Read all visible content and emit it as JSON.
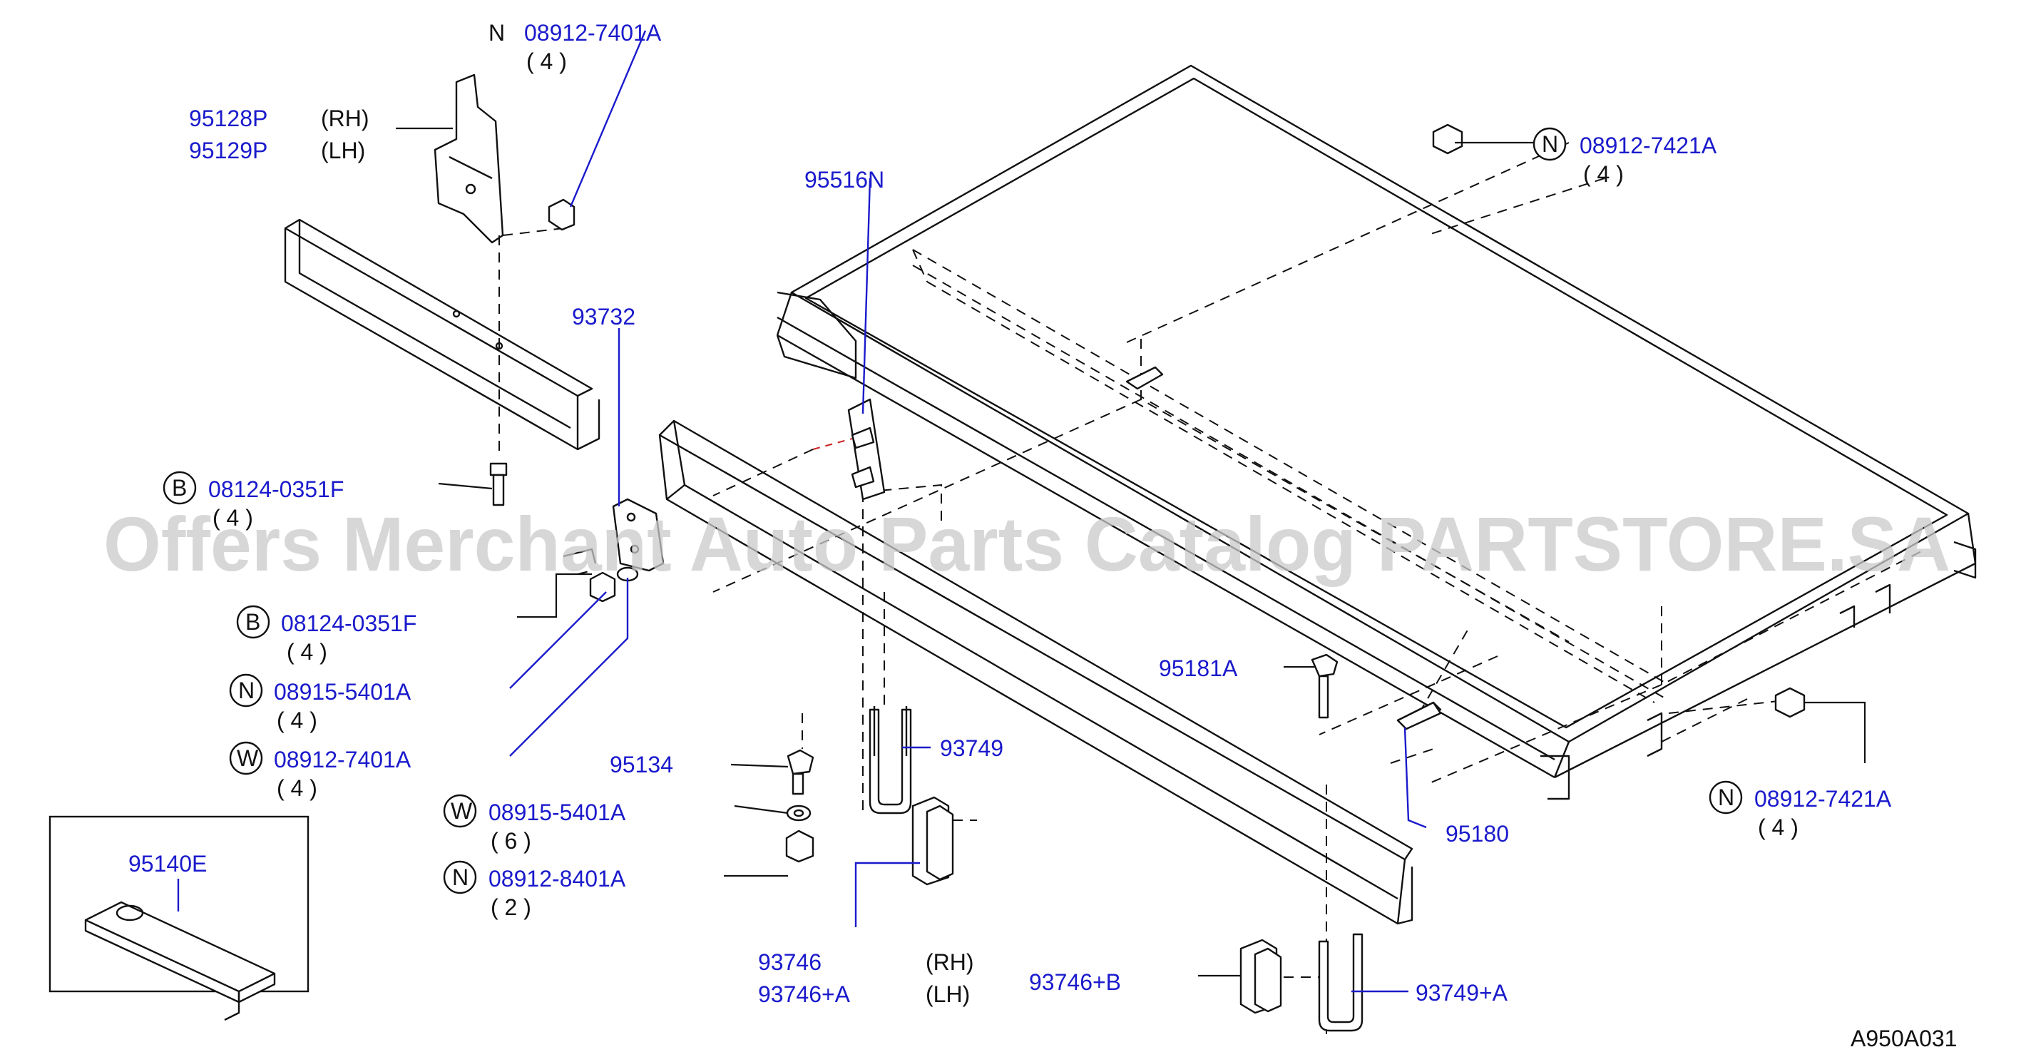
{
  "watermark": "Offers Merchant Auto Parts Catalog PARTSTORE.SA",
  "diagram_ref": "A950A031",
  "callouts": {
    "c1": {
      "badge": "N",
      "code": "08912-7401A",
      "qty": "( 4 )"
    },
    "c2": {
      "code1": "95128P",
      "side1": "(RH)",
      "code2": "95129P",
      "side2": "(LH)"
    },
    "c3": {
      "badge": "N",
      "code": "08912-7421A",
      "qty": "( 4 )"
    },
    "c4": {
      "code": "95516N"
    },
    "c5": {
      "code": "93732"
    },
    "c6": {
      "badge": "B",
      "code": "08124-0351F",
      "qty": "( 4 )"
    },
    "c7": {
      "badge": "B",
      "code": "08124-0351F",
      "qty": "( 4 )"
    },
    "c8": {
      "badge": "N",
      "code": "08915-5401A",
      "qty": "( 4 )"
    },
    "c9": {
      "badge": "W",
      "code": "08912-7401A",
      "qty": "( 4 )"
    },
    "c10": {
      "code": "95181A"
    },
    "c11": {
      "code": "95134"
    },
    "c12": {
      "code": "93749"
    },
    "c13": {
      "badge": "W",
      "code": "08915-5401A",
      "qty": "( 6 )"
    },
    "c14": {
      "badge": "N",
      "code": "08912-8401A",
      "qty": "( 2 )"
    },
    "c15": {
      "code": "95180"
    },
    "c16": {
      "badge": "N",
      "code": "08912-7421A",
      "qty": "( 4 )"
    },
    "c17": {
      "code": "95140E"
    },
    "c18": {
      "code1": "93746",
      "side1": "(RH)",
      "code2": "93746+A",
      "side2": "(LH)"
    },
    "c19": {
      "code": "93746+B"
    },
    "c20": {
      "code": "93749+A"
    }
  }
}
